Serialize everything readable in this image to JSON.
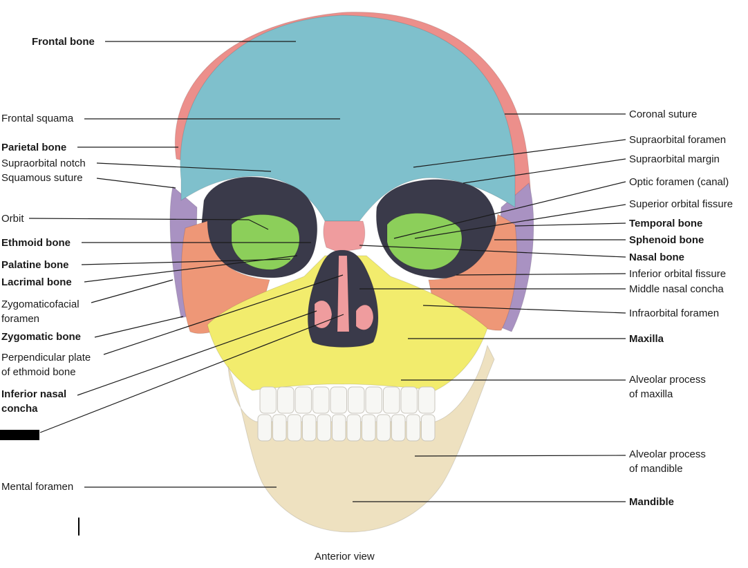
{
  "colors": {
    "frontal": "#7fc0cc",
    "parietal": "#ec8f8b",
    "temporal": "#a992c2",
    "sphenoid": "#8ccf5a",
    "zygomatic": "#ee9777",
    "maxilla": "#f2ec6d",
    "mandible": "#eee1c0",
    "nasal": "#ef9c9e",
    "teeth": "#f7f7f4",
    "cavity": "#3a3a4a"
  },
  "labels_left": {
    "frontal_bone": "Frontal bone",
    "frontal_squama": "Frontal squama",
    "parietal_bone": "Parietal bone",
    "supraorbital_notch": "Supraorbital notch",
    "squamous_suture": "Squamous suture",
    "orbit": "Orbit",
    "ethmoid_bone": "Ethmoid bone",
    "palatine_bone": "Palatine bone",
    "lacrimal_bone": "Lacrimal bone",
    "zygomaticofacial_1": "Zygomaticofacial",
    "zygomaticofacial_2": "foramen",
    "zygomatic_bone": "Zygomatic bone",
    "perpendicular_1": "Perpendicular plate",
    "perpendicular_2": "of ethmoid bone",
    "inferior_nasal_1": "Inferior nasal",
    "inferior_nasal_2": "concha",
    "mental_foramen": "Mental foramen"
  },
  "labels_right": {
    "coronal_suture": "Coronal suture",
    "supraorbital_foramen": "Supraorbital foramen",
    "supraorbital_margin": "Supraorbital margin",
    "optic_foramen": "Optic foramen (canal)",
    "superior_orbital_fissure": "Superior orbital fissure",
    "temporal_bone": "Temporal bone",
    "sphenoid_bone": "Sphenoid bone",
    "nasal_bone": "Nasal bone",
    "inferior_orbital_fissure": "Inferior orbital fissure",
    "middle_nasal_concha": "Middle nasal concha",
    "infraorbital_foramen": "Infraorbital foramen",
    "maxilla": "Maxilla",
    "alveolar_maxilla_1": "Alveolar process",
    "alveolar_maxilla_2": "of maxilla",
    "alveolar_mandible_1": "Alveolar process",
    "alveolar_mandible_2": "of mandible",
    "mandible": "Mandible"
  },
  "caption": "Anterior view"
}
